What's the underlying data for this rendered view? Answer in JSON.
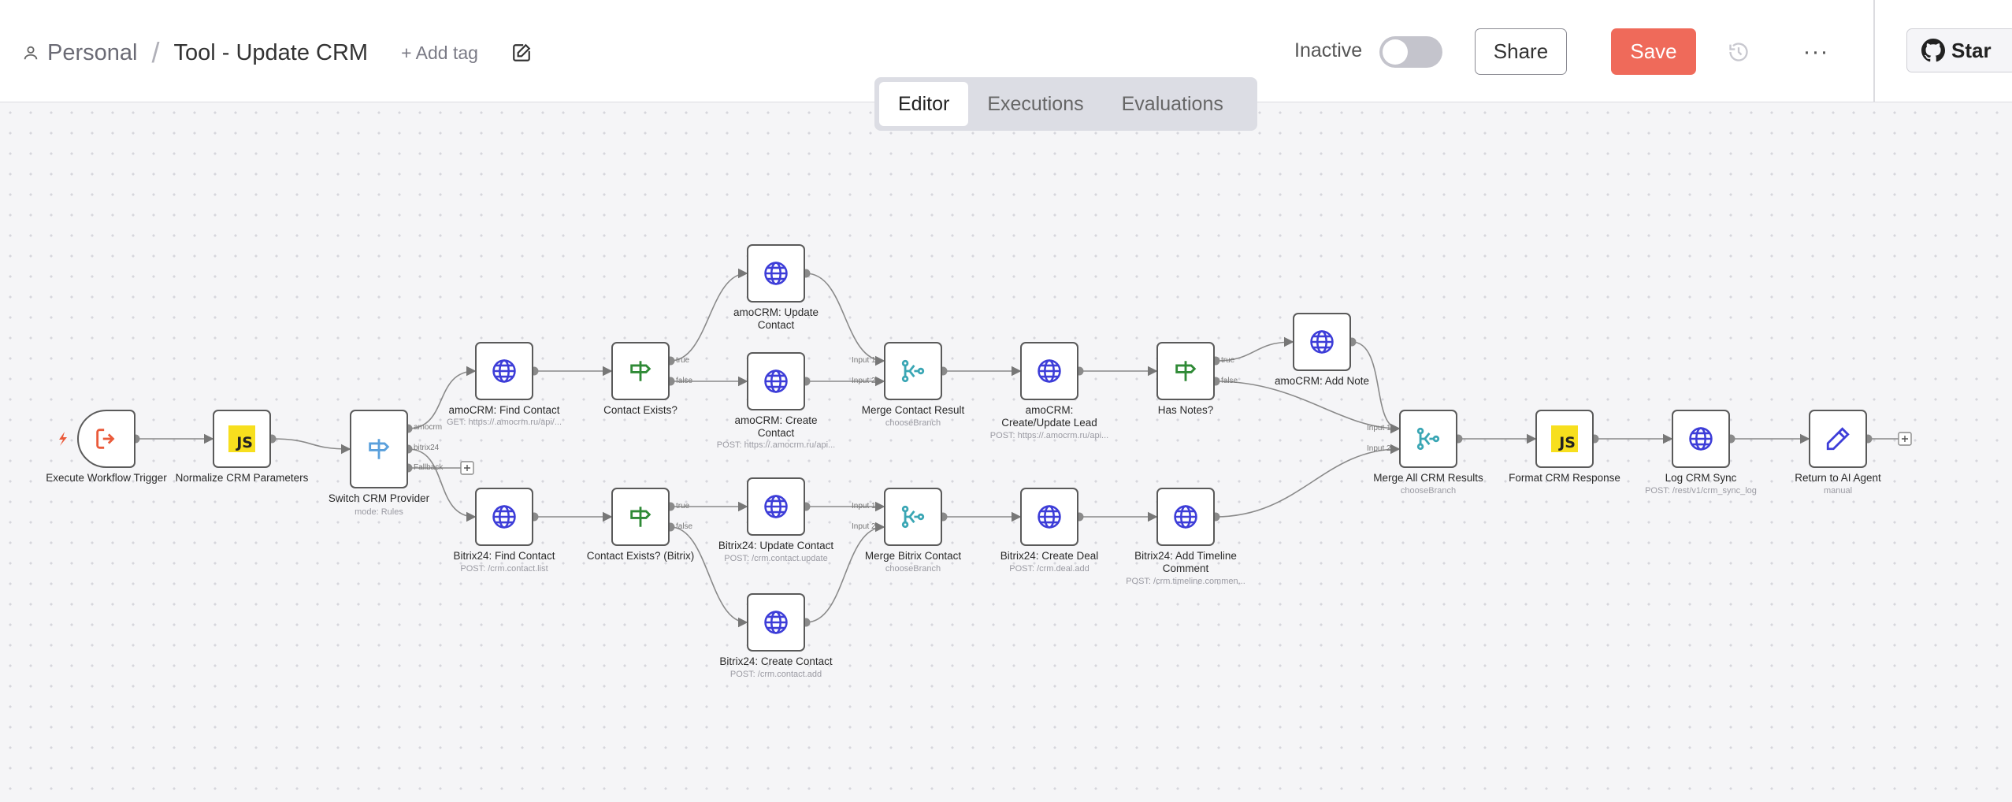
{
  "header": {
    "workspace": "Personal",
    "separator": "/",
    "workflow_title": "Tool - Update CRM",
    "add_tag": "+ Add tag",
    "status_label": "Inactive",
    "share_label": "Share",
    "save_label": "Save",
    "more_label": "···",
    "star_label": "Star"
  },
  "tabs": [
    {
      "label": "Editor",
      "active": true
    },
    {
      "label": "Executions",
      "active": false
    },
    {
      "label": "Evaluations",
      "active": false
    }
  ],
  "colors": {
    "save": "#ef6a5a",
    "http_icon": "#3d3dd8",
    "if_icon": "#2f8a36",
    "switch_icon": "#5aa0dc",
    "merge_icon": "#3aa6b4",
    "trigger_icon": "#ea5a3a",
    "edit_icon": "#3d3dd8"
  },
  "nodes": {
    "trigger": {
      "label": "Execute Workflow Trigger",
      "icon": "sign-in-icon"
    },
    "normalize": {
      "label": "Normalize CRM Parameters",
      "icon": "js-icon"
    },
    "switch": {
      "label": "Switch CRM Provider",
      "sub": "mode: Rules",
      "icon": "signpost-icon",
      "outputs": [
        "amocrm",
        "bitrix24",
        "Fallback"
      ]
    },
    "amo_find": {
      "label": "amoCRM: Find Contact",
      "sub": "GET: https://.amocrm.ru/api/...",
      "icon": "globe-icon"
    },
    "amo_exists": {
      "label": "Contact Exists?",
      "icon": "signpost-icon",
      "outputs": [
        "true",
        "false"
      ]
    },
    "amo_update": {
      "label": "amoCRM: Update Contact",
      "icon": "globe-icon"
    },
    "amo_create": {
      "label": "amoCRM: Create Contact",
      "sub": "POST: https://.amocrm.ru/api...",
      "icon": "globe-icon"
    },
    "amo_merge": {
      "label": "Merge Contact Result",
      "sub": "chooseBranch",
      "icon": "merge-icon",
      "inputs": [
        "Input 1",
        "Input 2"
      ]
    },
    "amo_lead": {
      "label": "amoCRM: Create/Update Lead",
      "sub": "POST: https://.amocrm.ru/api...",
      "icon": "globe-icon"
    },
    "has_notes": {
      "label": "Has Notes?",
      "icon": "signpost-icon",
      "outputs": [
        "true",
        "false"
      ]
    },
    "amo_note": {
      "label": "amoCRM: Add Note",
      "icon": "globe-icon"
    },
    "bx_find": {
      "label": "Bitrix24: Find Contact",
      "sub": "POST: /crm.contact.list",
      "icon": "globe-icon"
    },
    "bx_exists": {
      "label": "Contact Exists? (Bitrix)",
      "icon": "signpost-icon",
      "outputs": [
        "true",
        "false"
      ]
    },
    "bx_update": {
      "label": "Bitrix24: Update Contact",
      "sub": "POST: /crm.contact.update",
      "icon": "globe-icon"
    },
    "bx_create": {
      "label": "Bitrix24: Create Contact",
      "sub": "POST: /crm.contact.add",
      "icon": "globe-icon"
    },
    "bx_merge": {
      "label": "Merge Bitrix Contact",
      "sub": "chooseBranch",
      "icon": "merge-icon",
      "inputs": [
        "Input 1",
        "Input 2"
      ]
    },
    "bx_deal": {
      "label": "Bitrix24: Create Deal",
      "sub": "POST: /crm.deal.add",
      "icon": "globe-icon"
    },
    "bx_timeline": {
      "label": "Bitrix24: Add Timeline Comment",
      "sub": "POST: /crm.timeline.commen...",
      "icon": "globe-icon"
    },
    "merge_all": {
      "label": "Merge All CRM Results",
      "sub": "chooseBranch",
      "icon": "merge-icon",
      "inputs": [
        "Input 1",
        "Input 2"
      ]
    },
    "format": {
      "label": "Format CRM Response",
      "icon": "js-icon"
    },
    "log": {
      "label": "Log CRM Sync",
      "sub": "POST: /rest/v1/crm_sync_log",
      "icon": "globe-icon"
    },
    "return": {
      "label": "Return to AI Agent",
      "sub": "manual",
      "icon": "pencil-icon"
    }
  }
}
